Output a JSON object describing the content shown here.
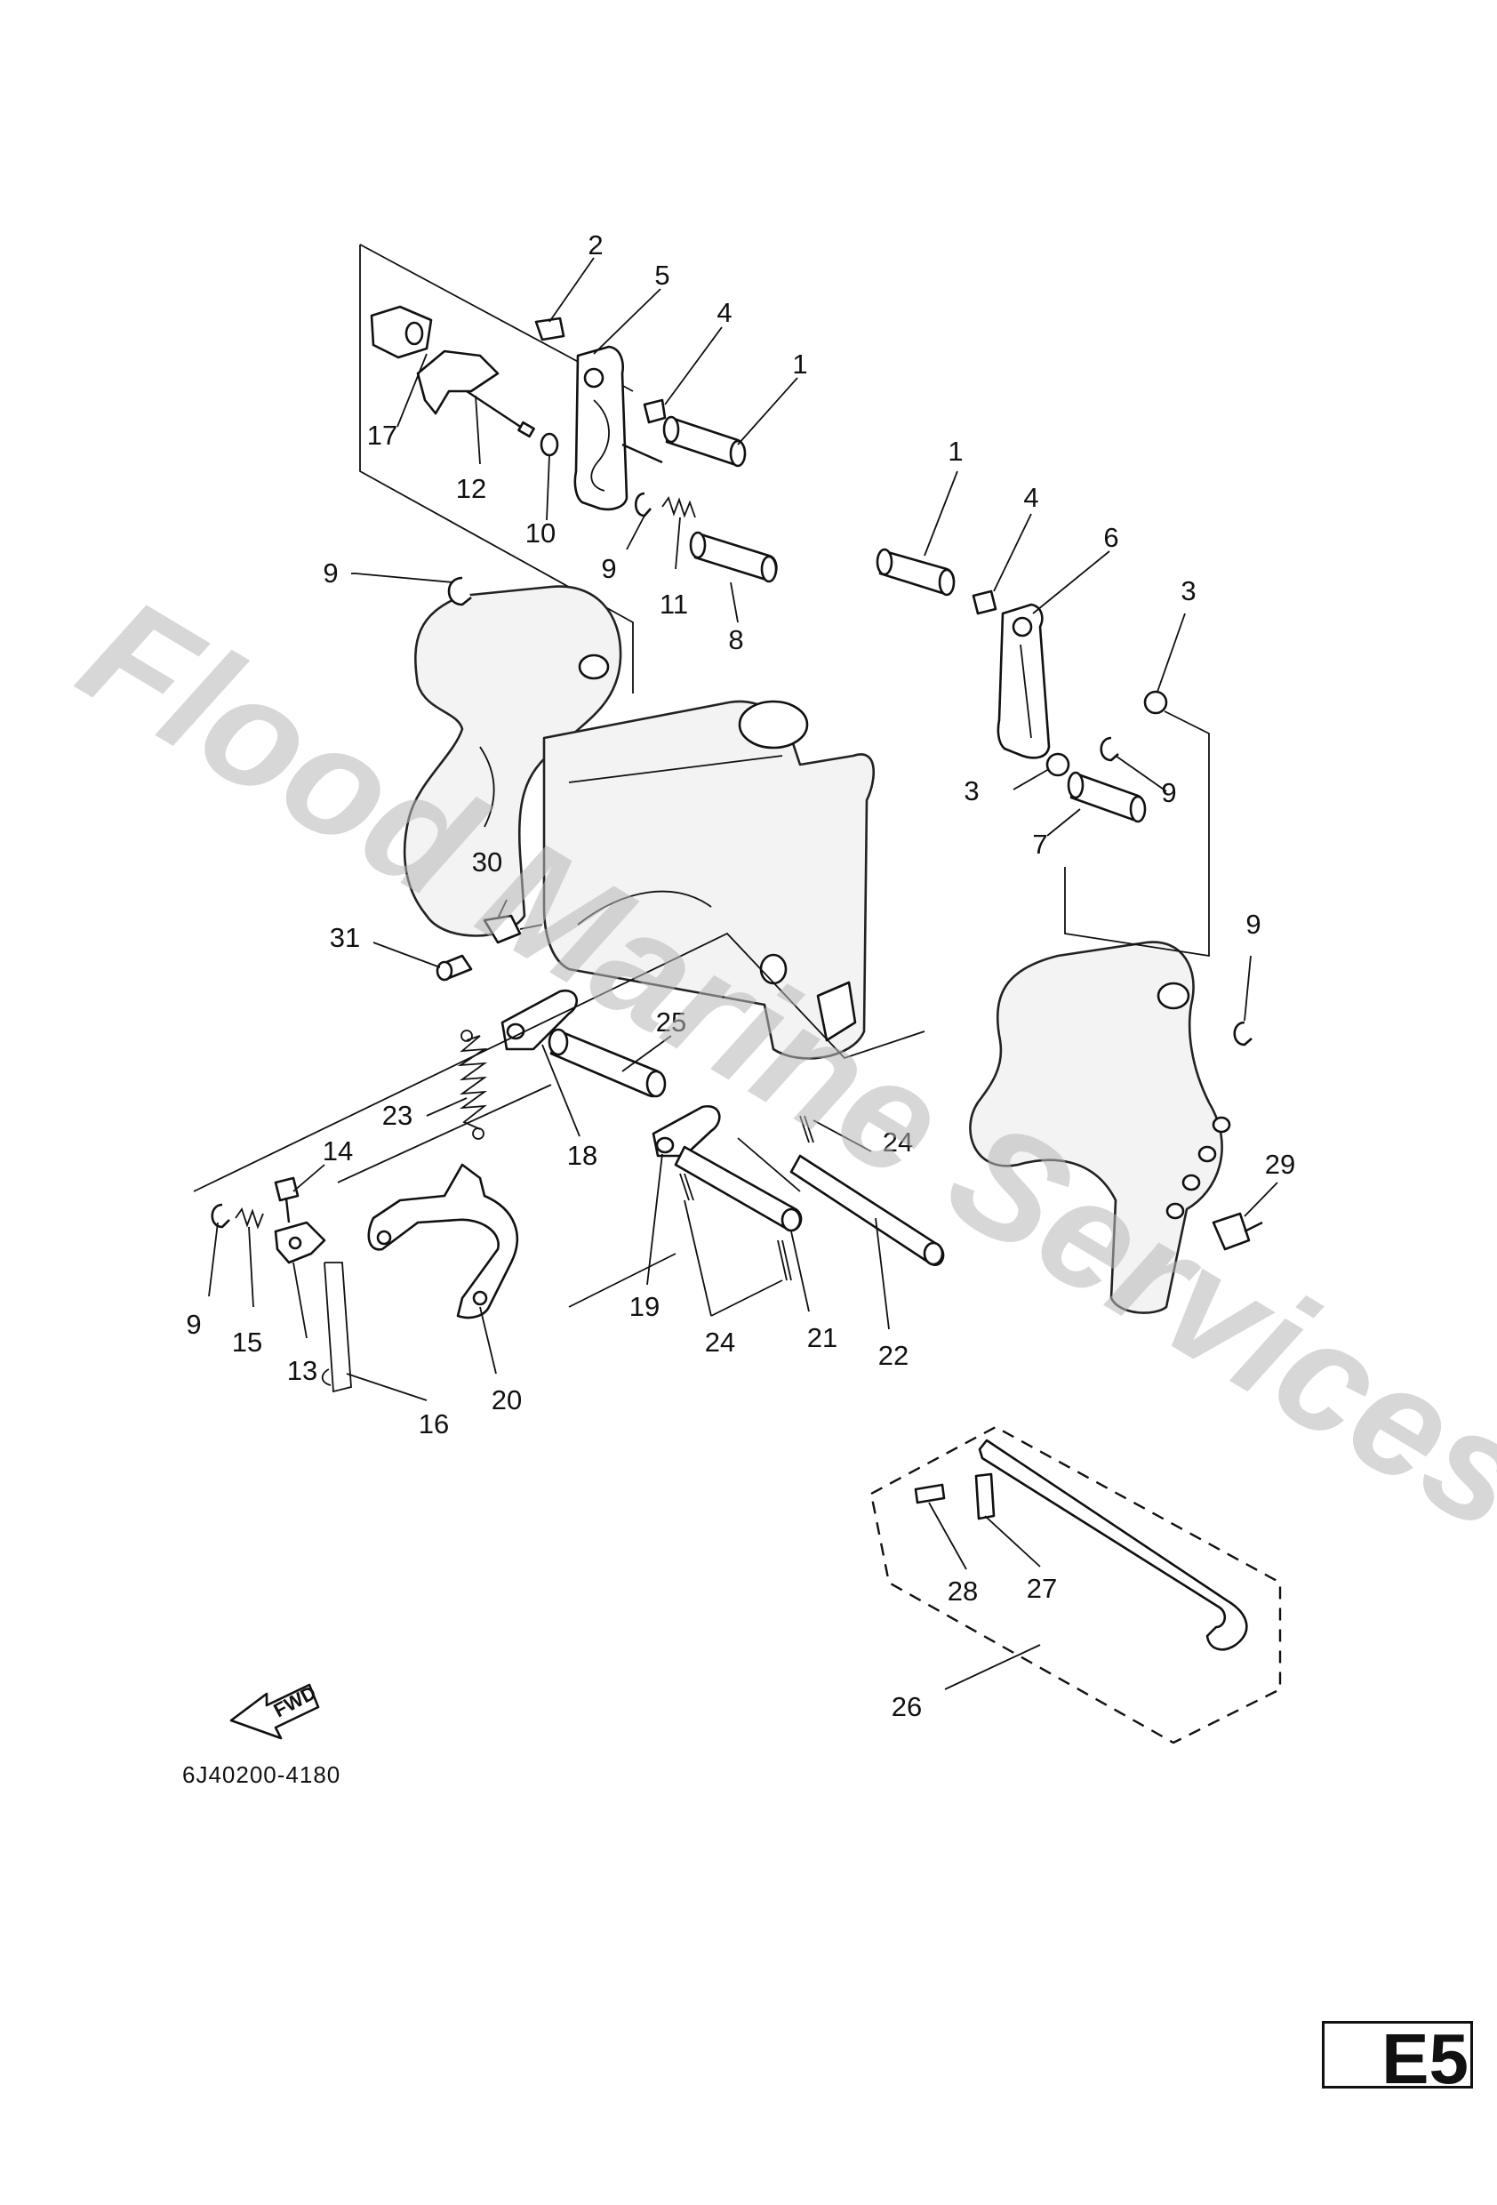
{
  "diagram": {
    "part_code": "6J40200-4180",
    "fwd_label": "FWD",
    "page_tag": "E5",
    "watermark": "Flood Marine Services",
    "callouts": {
      "c1a": "1",
      "c1b": "1",
      "c2": "2",
      "c3a": "3",
      "c3b": "3",
      "c4a": "4",
      "c4b": "4",
      "c5": "5",
      "c6": "6",
      "c7": "7",
      "c8": "8",
      "c9a": "9",
      "c9b": "9",
      "c9c": "9",
      "c9d": "9",
      "c9e": "9",
      "c10": "10",
      "c11": "11",
      "c12": "12",
      "c13": "13",
      "c14": "14",
      "c15": "15",
      "c16": "16",
      "c17": "17",
      "c18": "18",
      "c19": "19",
      "c20": "20",
      "c21": "21",
      "c22": "22",
      "c23": "23",
      "c24a": "24",
      "c24b": "24",
      "c25": "25",
      "c26": "26",
      "c27": "27",
      "c28": "28",
      "c29": "29",
      "c30": "30",
      "c31": "31"
    }
  }
}
